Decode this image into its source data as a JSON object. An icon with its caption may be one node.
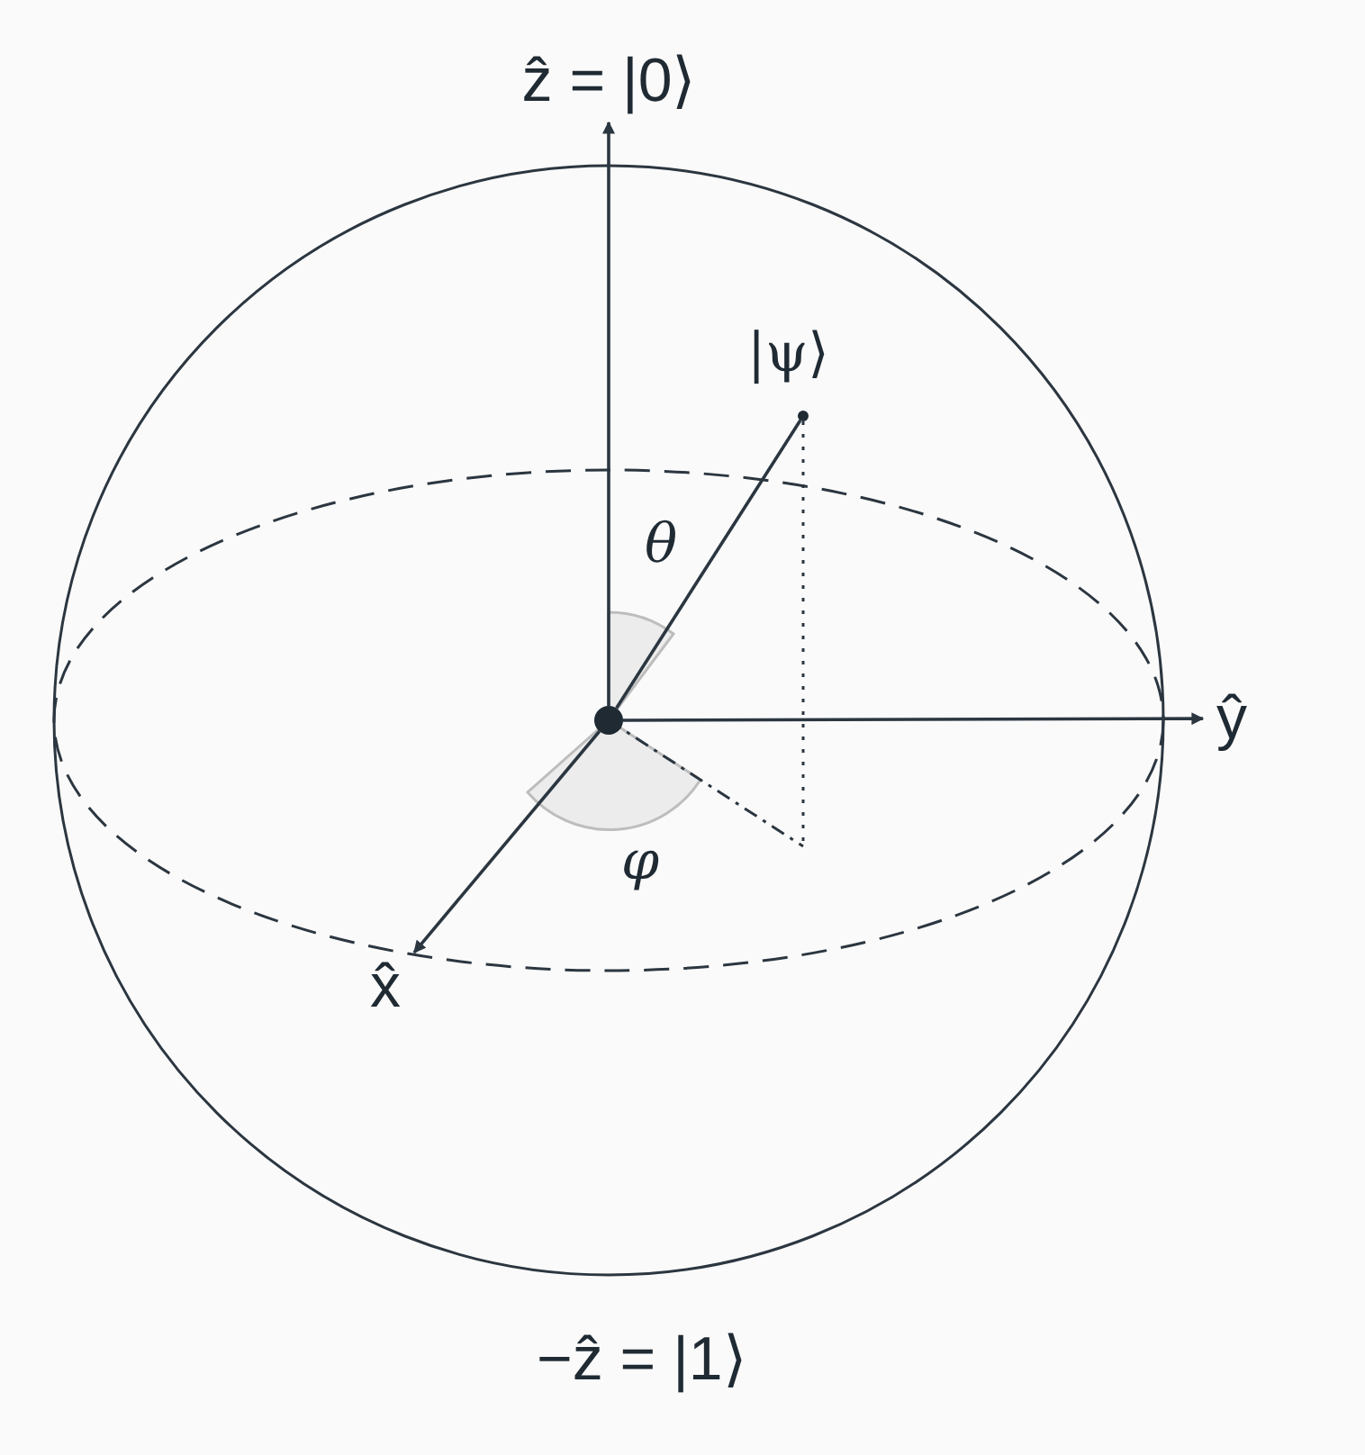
{
  "diagram": {
    "nodes": [
      {
        "text": [],
        "shape": "circle"
      },
      {
        "text": [
          "ẑ = |0⟩"
        ]
      },
      {
        "text": [
          "ŷ"
        ]
      },
      {
        "text": [
          "x̂"
        ]
      },
      {
        "text": [],
        "shape": "circle",
        "beside": [
          "|ψ⟩"
        ]
      }
    ],
    "edges": [
      {
        "from": 0,
        "to": 1,
        "arrow": "to"
      },
      {
        "from": 0,
        "to": 2,
        "arrow": "to"
      },
      {
        "from": 0,
        "to": 3,
        "arrow": "to"
      },
      {
        "from": 0,
        "to": 4,
        "arrow": "none"
      }
    ],
    "labels": [
      "θ",
      "φ",
      "−ẑ = |1⟩"
    ]
  }
}
